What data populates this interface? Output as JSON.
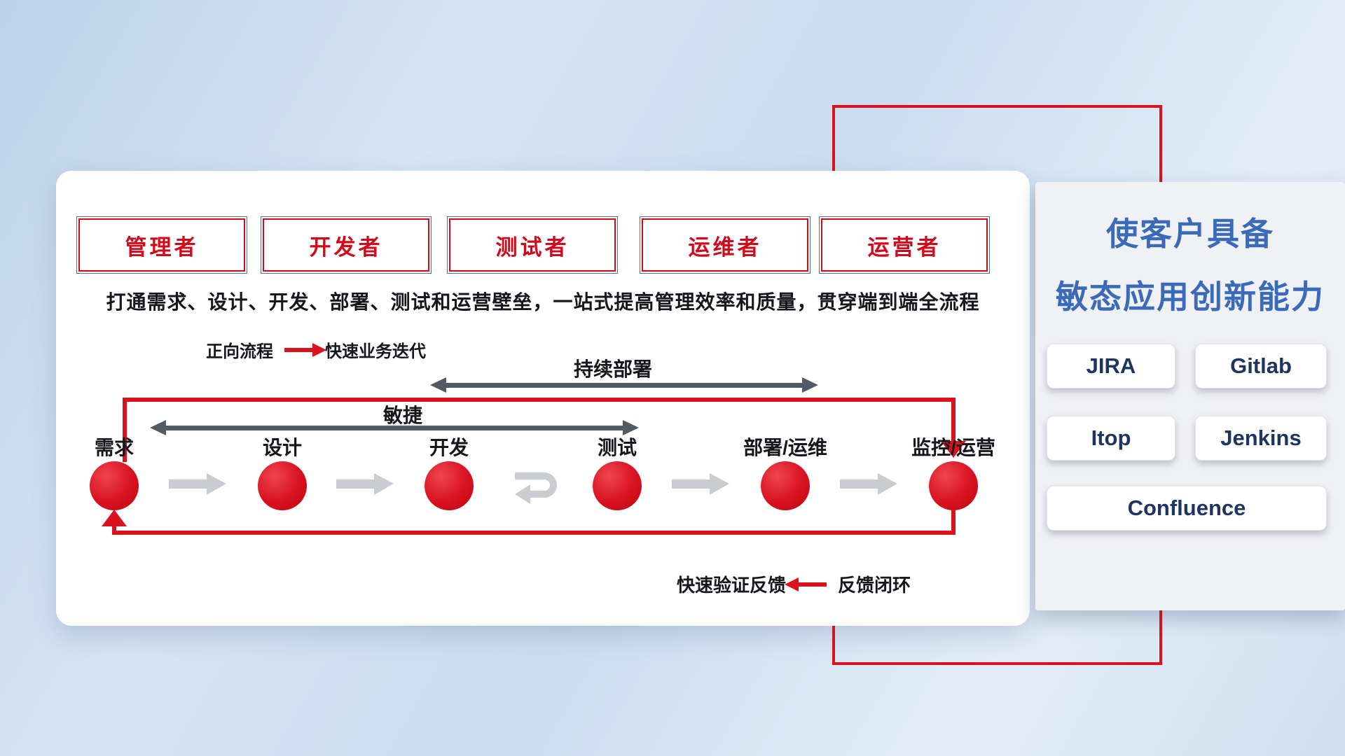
{
  "roles": [
    "管理者",
    "开发者",
    "测试者",
    "运维者",
    "运营者"
  ],
  "subtitle": "打通需求、设计、开发、部署、测试和运营壁垒，一站式提高管理效率和质量，贯穿端到端全流程",
  "forward_legend": {
    "label": "正向流程",
    "desc": "快速业务迭代"
  },
  "flow": {
    "continuous_deploy_label": "持续部署",
    "agile_label": "敏捷",
    "stages": [
      "需求",
      "设计",
      "开发",
      "测试",
      "部署/运维",
      "监控/运营"
    ]
  },
  "feedback_legend": {
    "label": "快速验证反馈",
    "desc": "反馈闭环"
  },
  "right_panel": {
    "title_line1": "使客户具备",
    "title_line2": "敏态应用创新能力",
    "tools": [
      "JIRA",
      "Gitlab",
      "Itop",
      "Jenkins",
      "Confluence"
    ]
  },
  "colors": {
    "accent_red": "#d8121f",
    "title_blue": "#3a6ab8",
    "tool_text_navy": "#1e3560",
    "dark_arrow_gray": "#525a66",
    "light_arrow_gray": "#c9cdd2"
  }
}
